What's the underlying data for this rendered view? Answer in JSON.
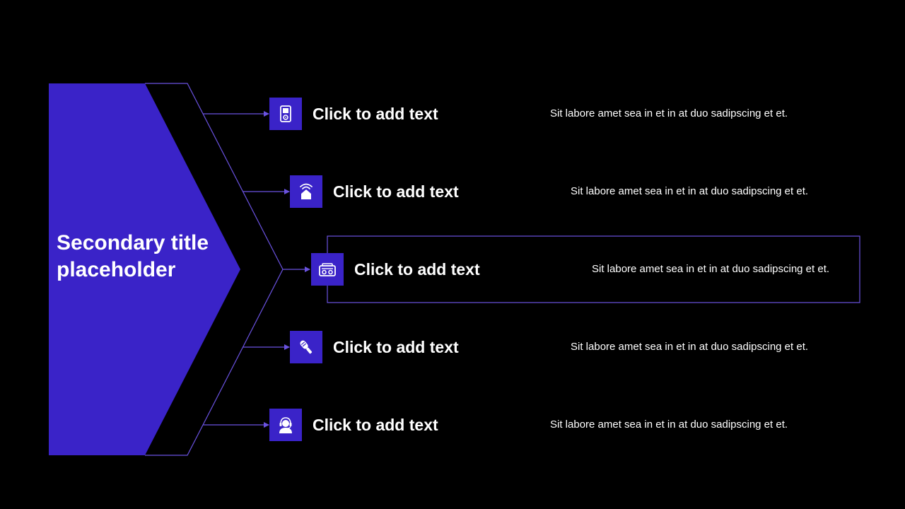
{
  "slide": {
    "title": "Secondary title placeholder"
  },
  "items": [
    {
      "title": "Click to add text",
      "description": "Sit labore amet sea in et in at duo sadipscing et et.",
      "icon": "music-player-icon"
    },
    {
      "title": "Click to add text",
      "description": "Sit labore amet sea in et in at duo sadipscing et et.",
      "icon": "smart-home-icon"
    },
    {
      "title": "Click to add text",
      "description": "Sit labore amet sea in et in at duo sadipscing et et.",
      "icon": "radio-icon"
    },
    {
      "title": "Click to add text",
      "description": "Sit labore amet sea in et in at duo sadipscing et et.",
      "icon": "microphone-icon"
    },
    {
      "title": "Click to add text",
      "description": "Sit labore amet sea in et in at duo sadipscing et et.",
      "icon": "headset-user-icon"
    }
  ],
  "highlighted_item": 2,
  "colors": {
    "background": "#000000",
    "accent": "#3a23c8",
    "line": "#6a52e0",
    "text": "#ffffff"
  }
}
